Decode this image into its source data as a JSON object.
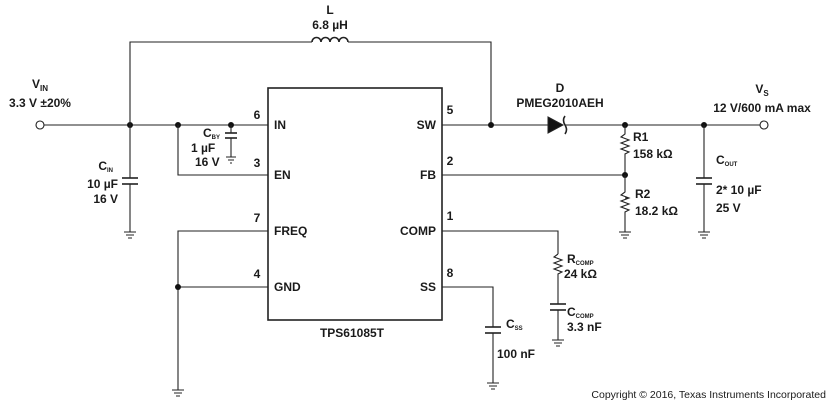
{
  "ic": {
    "name": "TPS61085T",
    "pins": {
      "in": {
        "num": "6",
        "label": "IN"
      },
      "en": {
        "num": "3",
        "label": "EN"
      },
      "freq": {
        "num": "7",
        "label": "FREQ"
      },
      "gnd": {
        "num": "4",
        "label": "GND"
      },
      "sw": {
        "num": "5",
        "label": "SW"
      },
      "fb": {
        "num": "2",
        "label": "FB"
      },
      "comp": {
        "num": "1",
        "label": "COMP"
      },
      "ss": {
        "num": "8",
        "label": "SS"
      }
    }
  },
  "inductor": {
    "ref": "L",
    "value": "6.8 µH"
  },
  "diode": {
    "ref": "D",
    "part": "PMEG2010AEH"
  },
  "vin": {
    "main": "V",
    "sub": "IN",
    "value": "3.3 V ±20%"
  },
  "vout": {
    "main": "V",
    "sub": "S",
    "value": "12 V/600 mA max"
  },
  "cin": {
    "main": "C",
    "sub": "IN",
    "value1": "10 µF",
    "value2": "16 V"
  },
  "cby": {
    "main": "C",
    "sub": "BY",
    "value1": "1 µF",
    "value2": "16 V"
  },
  "r1": {
    "ref": "R1",
    "value": "158 kΩ"
  },
  "r2": {
    "ref": "R2",
    "value": "18.2 kΩ"
  },
  "cout": {
    "main": "C",
    "sub": "OUT",
    "value1": "2* 10 µF",
    "value2": "25 V"
  },
  "rcomp": {
    "main": "R",
    "sub": "COMP",
    "value": "24 kΩ"
  },
  "ccomp": {
    "main": "C",
    "sub": "COMP",
    "value": "3.3 nF"
  },
  "css": {
    "main": "C",
    "sub": "SS",
    "value": "100 nF"
  },
  "copyright": "Copyright © 2016, Texas Instruments Incorporated"
}
